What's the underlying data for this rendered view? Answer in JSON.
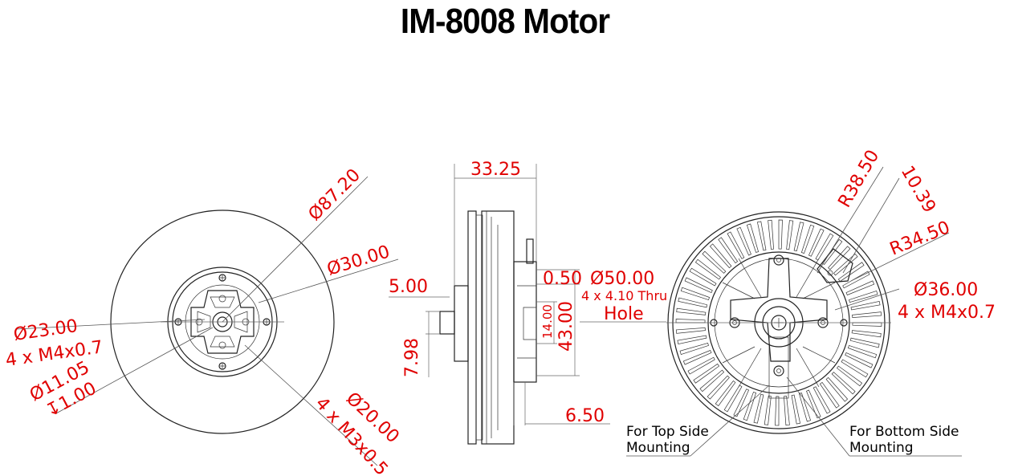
{
  "title": "IM-8008 Motor",
  "colors": {
    "dimension_text": "#e00000",
    "lines": "#222222"
  },
  "front_view": {
    "dims": {
      "d87": "Ø87.20",
      "d30": "Ø30.00",
      "d23": "Ø23.00",
      "m4_holes": "4 x M4x0.7",
      "d11": "Ø11.05",
      "depth": "↧1.00",
      "d20": "Ø20.00",
      "m3_holes": "4 x M3x0.5"
    }
  },
  "side_view": {
    "dims": {
      "width": "33.25",
      "d50": "Ø50.00",
      "thru": "4 x 4.10 Thru",
      "hole": "Hole",
      "shaft": "5.00",
      "gap": "0.50",
      "h14": "14.00",
      "h43": "43.00",
      "h798": "7.98",
      "base": "6.50"
    }
  },
  "rear_view": {
    "dims": {
      "r3850": "R38.50",
      "w1039": "10.39",
      "r3450": "R34.50",
      "d36": "Ø36.00",
      "m4_holes": "4 x M4x0.7"
    },
    "notes": {
      "top_line1": "For Top Side",
      "top_line2": "Mounting",
      "bottom_line1": "For Bottom Side",
      "bottom_line2": "Mounting"
    }
  }
}
